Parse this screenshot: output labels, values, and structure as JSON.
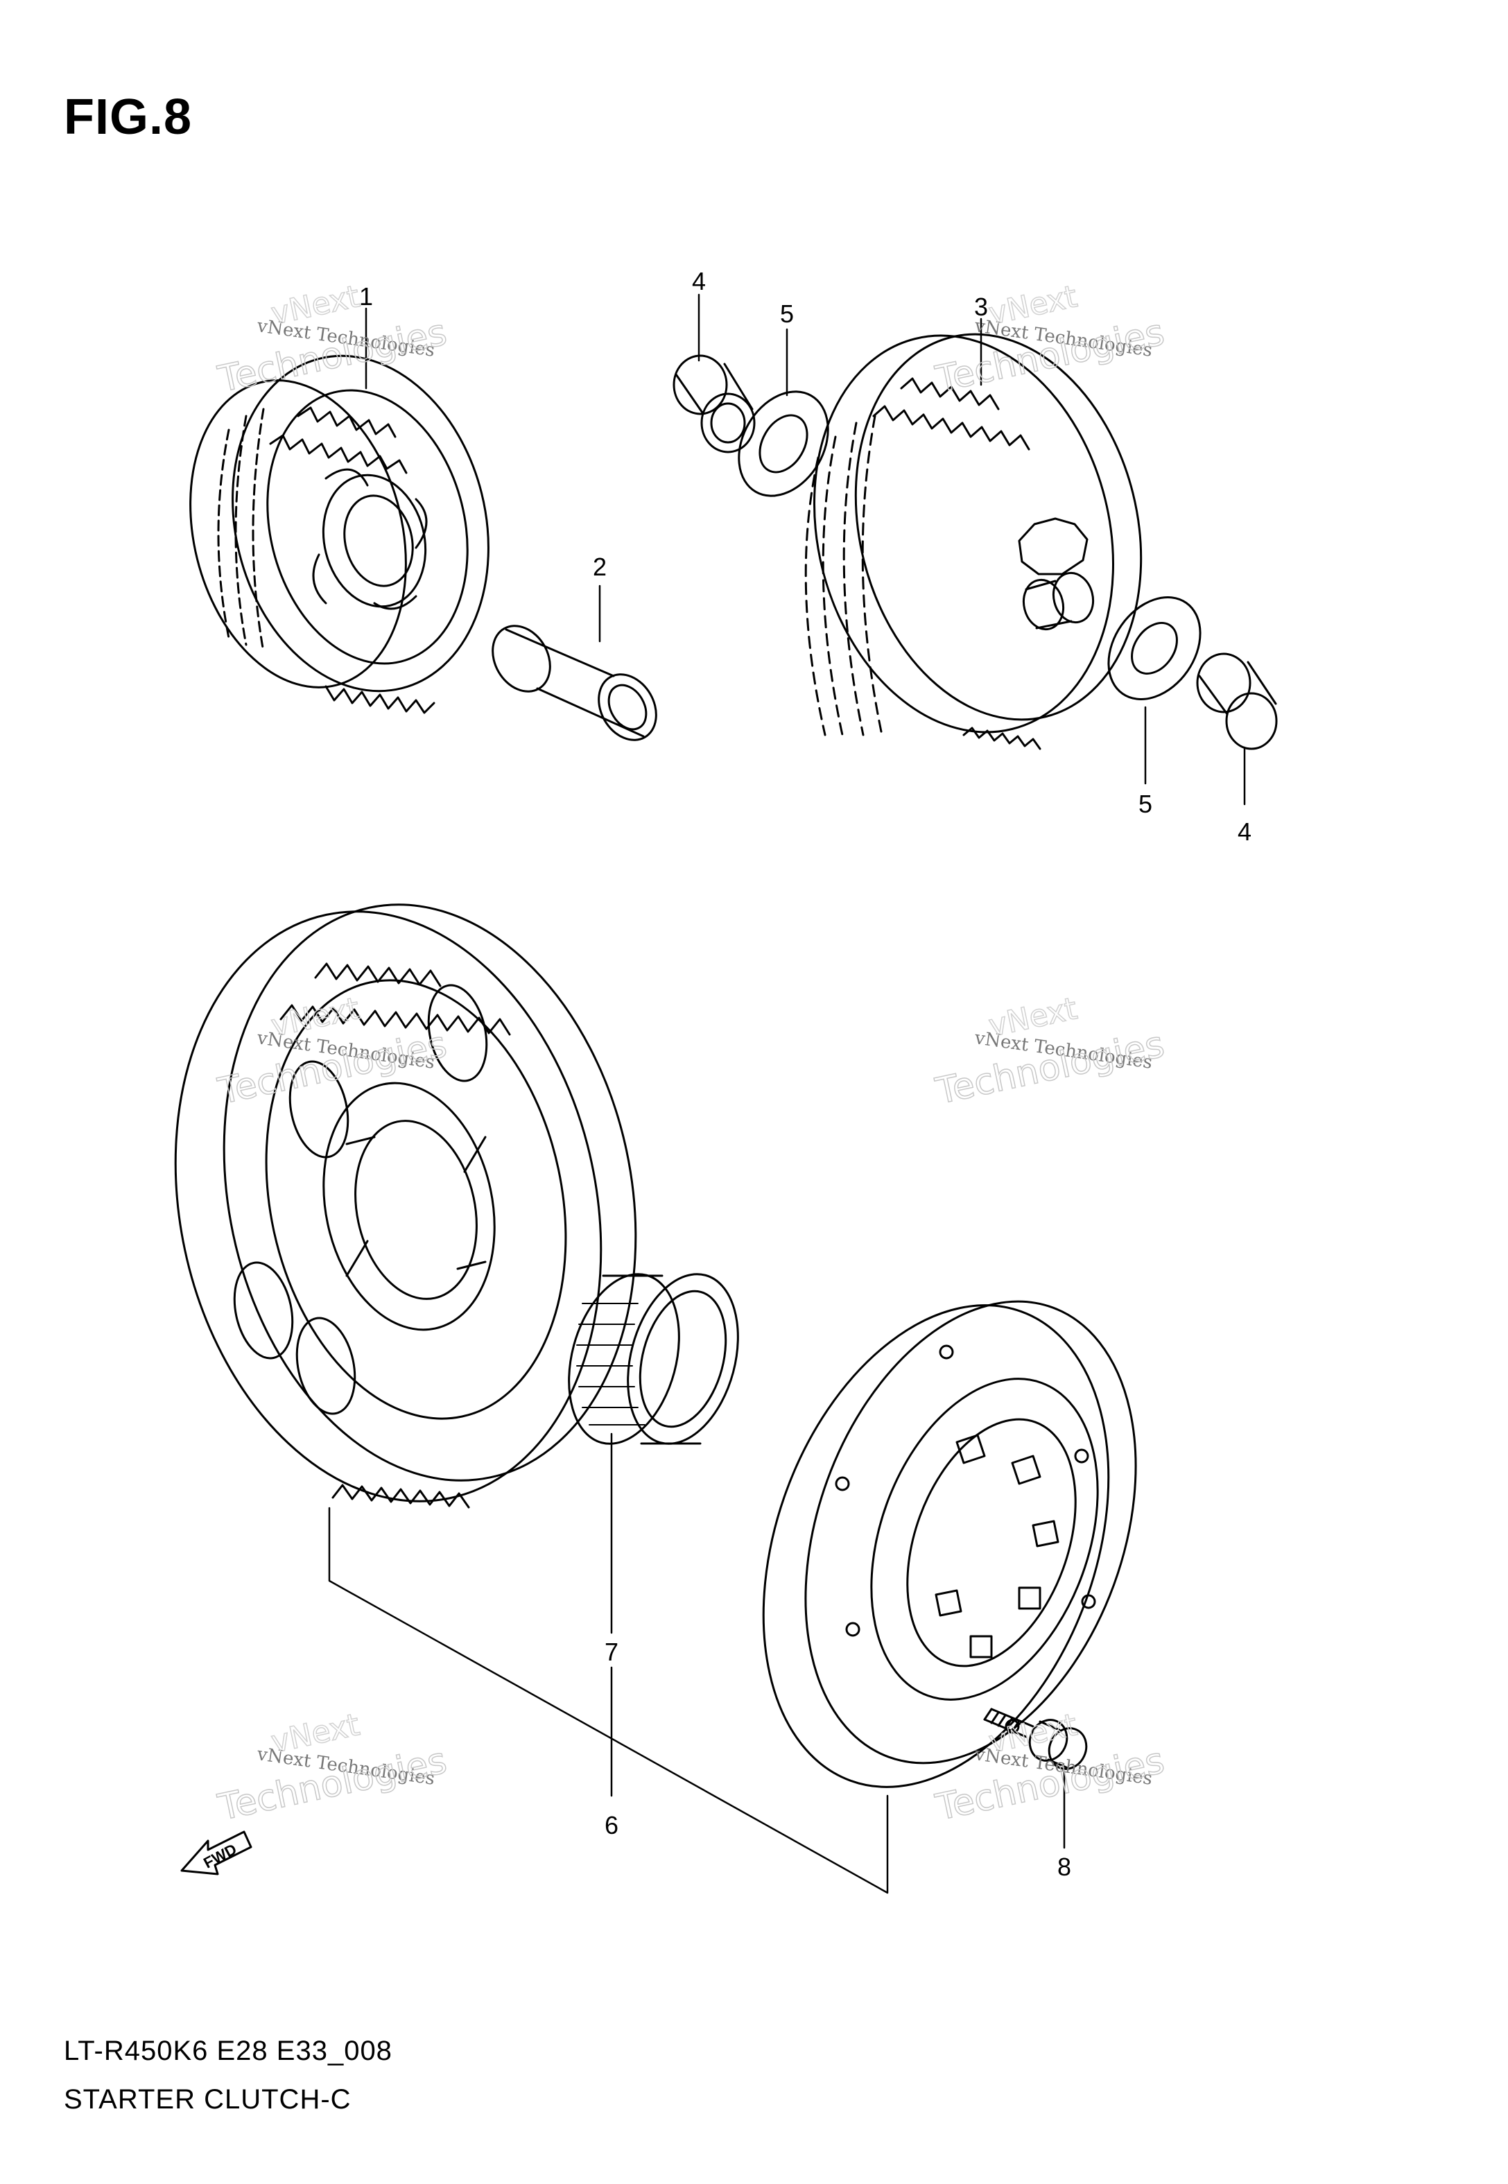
{
  "figure": {
    "title": "FIG.8"
  },
  "footer": {
    "model_code": "LT-R450K6 E28 E33_008",
    "section_name": "STARTER CLUTCH-C"
  },
  "callouts": [
    "1",
    "2",
    "3",
    "4",
    "5",
    "5",
    "4",
    "7",
    "6",
    "8"
  ],
  "watermark": {
    "line1": "vNext Technologies",
    "line2": "vNext",
    "line3": "Technologies"
  },
  "direction_marker": {
    "label": "FWD"
  }
}
